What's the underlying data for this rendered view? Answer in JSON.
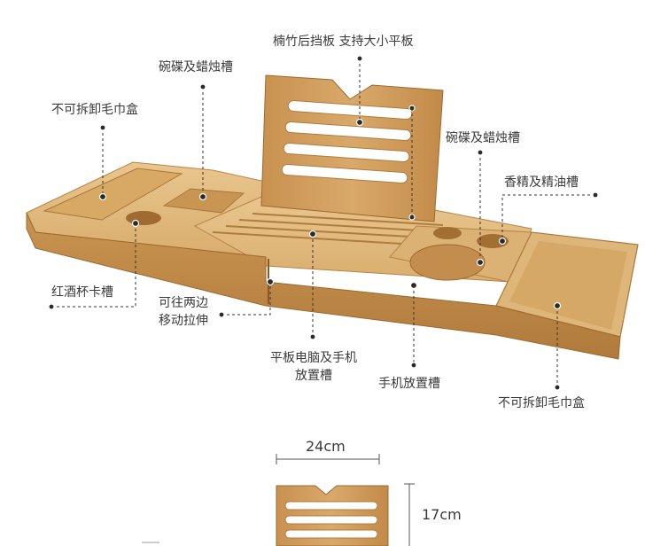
{
  "callouts": {
    "backrest": "楠竹后挡板 支持大小平板",
    "bowl_candle_left": "碗碟及蜡烛槽",
    "towel_box_left": "不可拆卸毛巾盒",
    "bowl_candle_right": "碗碟及蜡烛槽",
    "essential_oil": "香精及精油槽",
    "wine_glass": "红酒杯卡槽",
    "extendable_line1": "可往两边",
    "extendable_line2": "移动拉伸",
    "tablet_slot_line1": "平板电脑及手机",
    "tablet_slot_line2": "放置槽",
    "phone_slot": "手机放置槽",
    "towel_box_right": "不可拆卸毛巾盒"
  },
  "dimensions": {
    "width": "24cm",
    "height": "17cm"
  },
  "colors": {
    "bamboo_light": "#e3bd82",
    "bamboo_mid": "#d4a565",
    "bamboo_dark": "#b98545",
    "edge": "#a06e35",
    "leader": "#333333"
  }
}
